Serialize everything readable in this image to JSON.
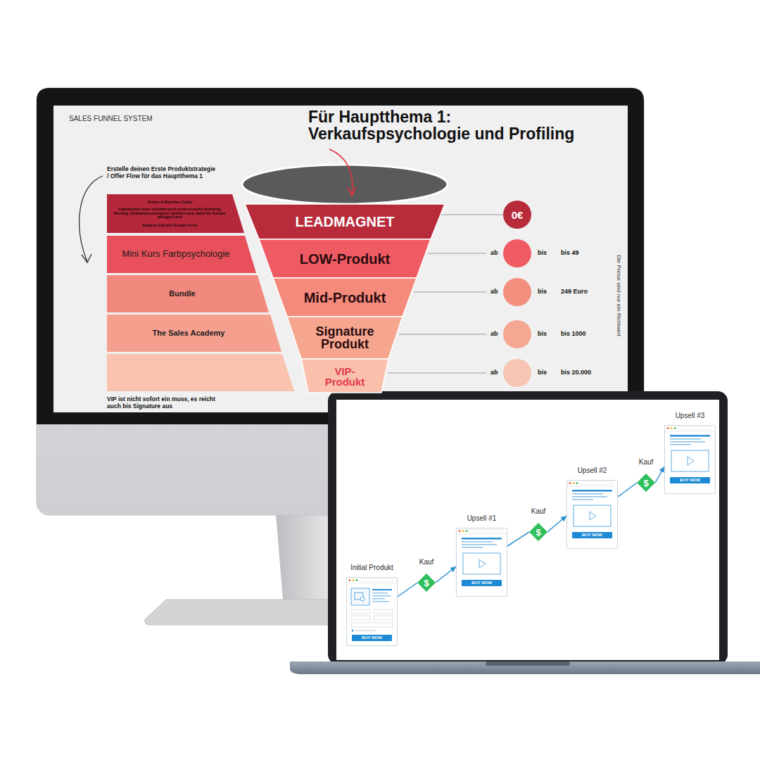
{
  "diagram": {
    "title": "Für Hauptthema 1: Verkaufspsychologie und Profiling",
    "nodes": [
      {
        "text": [
          "Vorher & Nachher Guide",
          "Außenauftritt muss verstärkt durch professionelles Branding, Wording, Verkaufspsychologisch optimiert wird, damit der Kunden getriggert wird",
          "Analyse Call mit Google Form"
        ]
      },
      {
        "text": [
          "Mini Kurs Farbpsychologie"
        ]
      },
      {
        "text": [
          "Bundle"
        ]
      },
      {
        "text": [
          "The Sales Academy"
        ]
      },
      {
        "text": [
          "LEADMAGNET"
        ]
      },
      {
        "text": [
          "LOW-Produkt"
        ]
      },
      {
        "text": [
          "Mid-Produkt"
        ]
      },
      {
        "text": [
          "Signature Produkt"
        ]
      },
      {
        "text": [
          "VIP- Produkt"
        ]
      },
      {
        "text": [
          "0€"
        ]
      },
      {
        "text": [
          "Initial Produkt",
          "BUY NOW"
        ]
      },
      {
        "text": [
          "Kauf",
          "$"
        ]
      },
      {
        "text": [
          "Upsell #1",
          "BUY NOW"
        ]
      },
      {
        "text": [
          "Kauf",
          "$"
        ]
      },
      {
        "text": [
          "Upsell #2",
          "BUY NOW"
        ]
      },
      {
        "text": [
          "Kauf",
          "$"
        ]
      },
      {
        "text": [
          "Upsell #3",
          "BUY NOW"
        ]
      }
    ],
    "edges": [
      {
        "from": 4,
        "to": 9,
        "arrow": "none"
      },
      {
        "from": 10,
        "to": 11,
        "arrow": "none"
      },
      {
        "from": 11,
        "to": 12,
        "arrow": "to"
      },
      {
        "from": 12,
        "to": 13,
        "arrow": "none"
      },
      {
        "from": 13,
        "to": 14,
        "arrow": "to"
      },
      {
        "from": 14,
        "to": 15,
        "arrow": "none"
      },
      {
        "from": 15,
        "to": 16,
        "arrow": "to"
      }
    ],
    "labels": [
      "SALES FUNNEL SYSTEM",
      "Erstelle deinen Erste Produktstrategie / Offer Flow für das Hauptthema 1",
      "ab",
      "bis",
      "bis 49",
      "ab",
      "bis",
      "249 Euro",
      "ab",
      "bis",
      "bis 1000",
      "ab",
      "bis",
      "bis 20.000",
      "Die Preise sind nur ein Richtwert",
      "VIP ist nicht sofort ein muss, es reicht auch bis Signature aus"
    ]
  }
}
